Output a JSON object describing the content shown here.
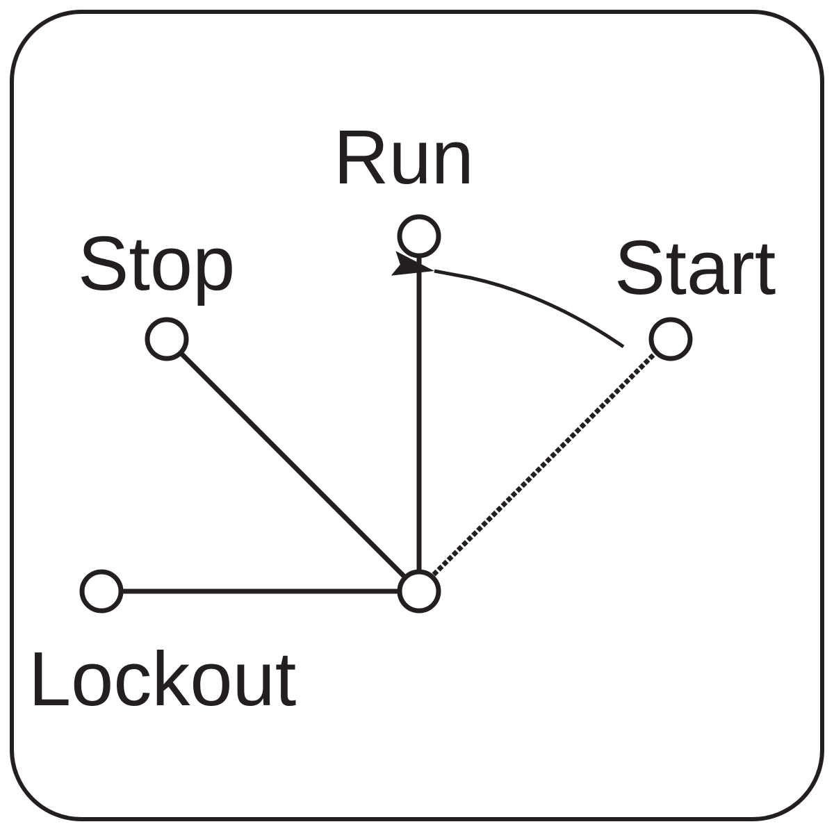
{
  "diagram": {
    "labels": {
      "run": "Run",
      "stop": "Stop",
      "start": "Start",
      "lockout": "Lockout"
    },
    "positions": [
      "Lockout",
      "Stop",
      "Run",
      "Start"
    ],
    "momentary_position": "Start",
    "return_to": "Run",
    "colors": {
      "stroke": "#231f20",
      "background": "#ffffff"
    }
  }
}
